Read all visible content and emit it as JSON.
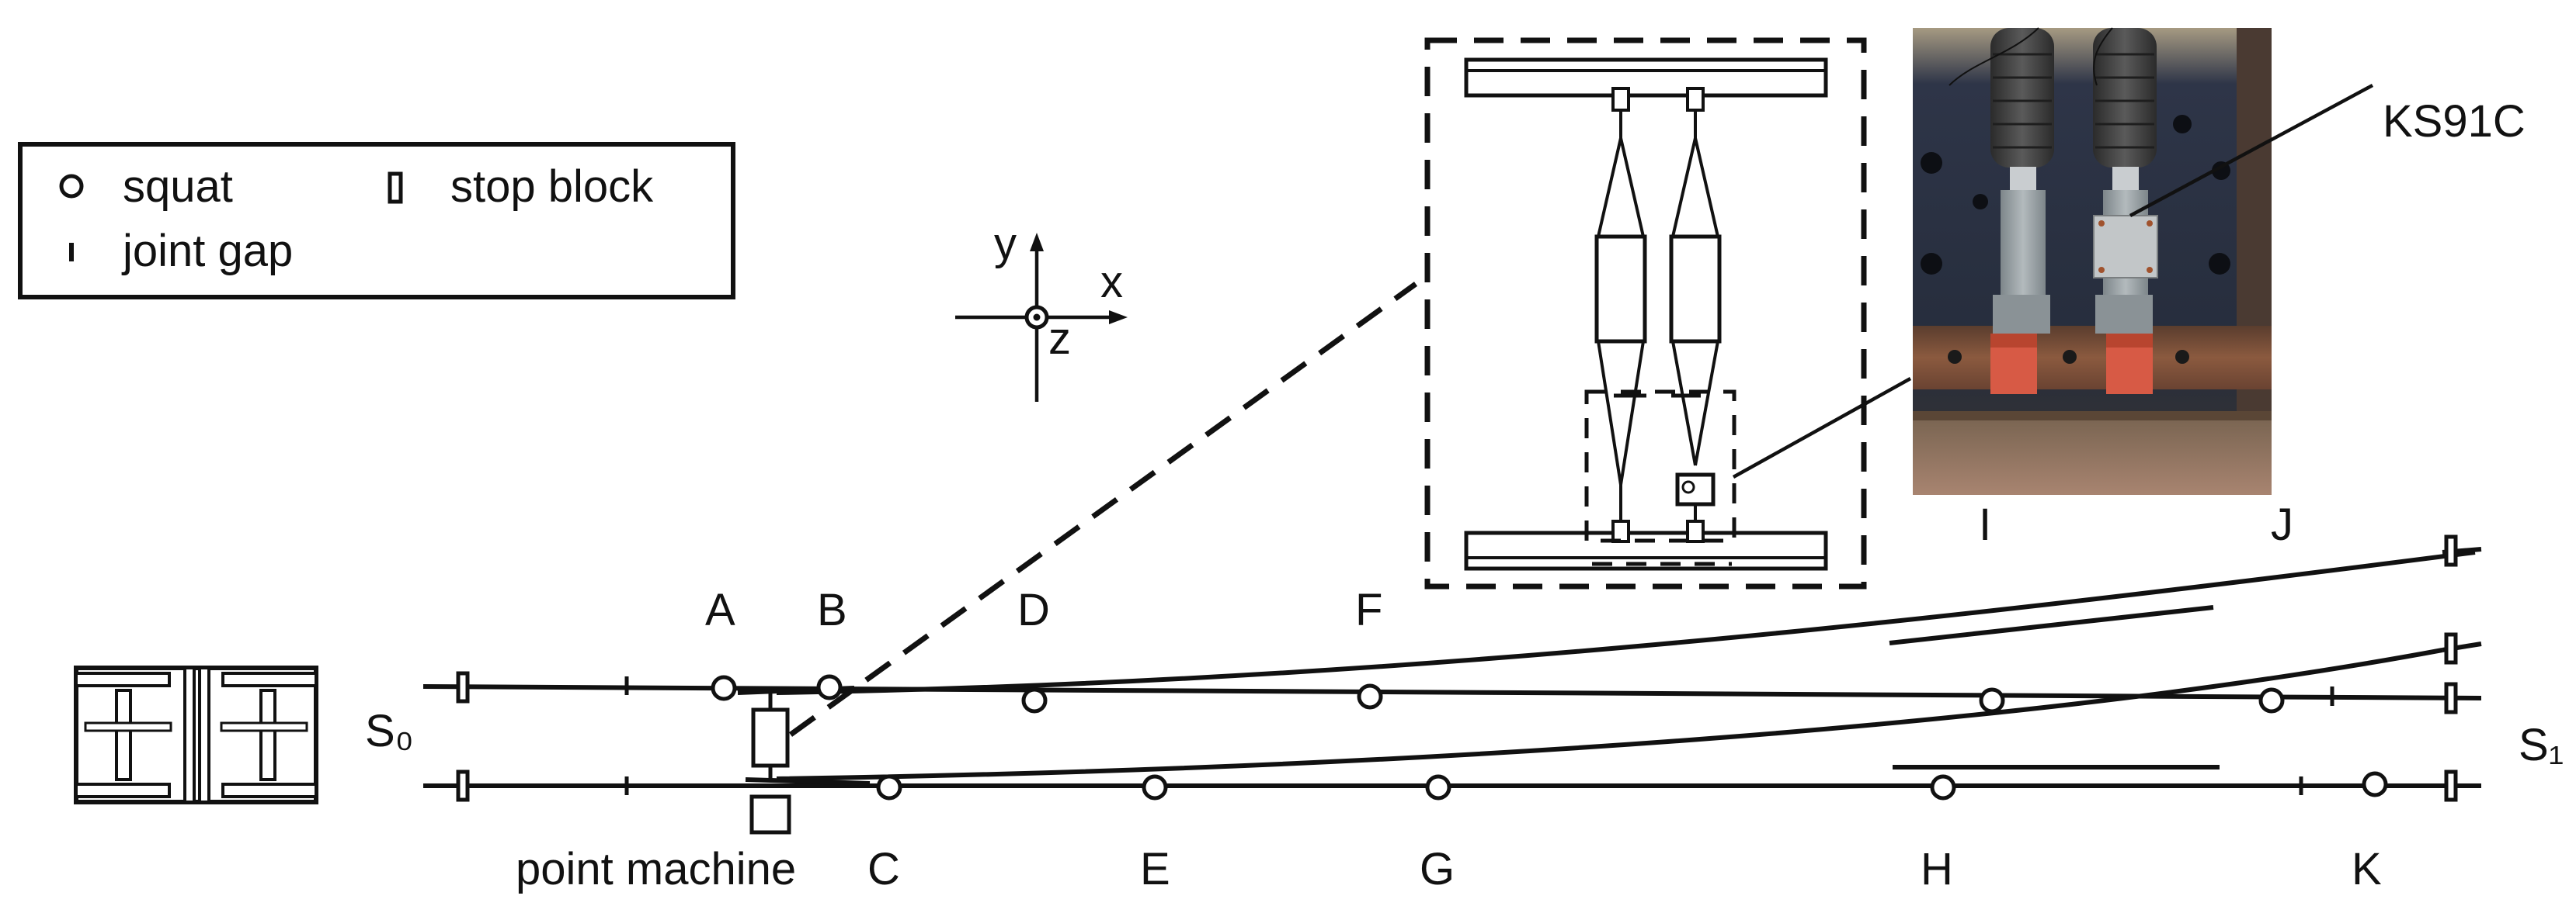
{
  "legend": {
    "squat": "squat",
    "stop_block": "stop block",
    "joint_gap": "joint gap"
  },
  "axes": {
    "x": "x",
    "y": "y",
    "z": "z"
  },
  "tracks": {
    "start": "S₀",
    "end": "S₁"
  },
  "point_labels": [
    "A",
    "B",
    "C",
    "D",
    "E",
    "F",
    "G",
    "H",
    "I",
    "J",
    "K"
  ],
  "point_machine_label": "point machine",
  "sensor_label": "KS91C",
  "photo": {
    "colors": {
      "background": "#2c3344",
      "boot": "#454545",
      "metal": "#9aa2a6",
      "red_block": "#d75a45",
      "rust": "#8b5a3f"
    }
  },
  "icons": [
    "squat-icon",
    "stop-block-icon",
    "joint-gap-icon",
    "train-icon",
    "axis-origin-icon"
  ]
}
